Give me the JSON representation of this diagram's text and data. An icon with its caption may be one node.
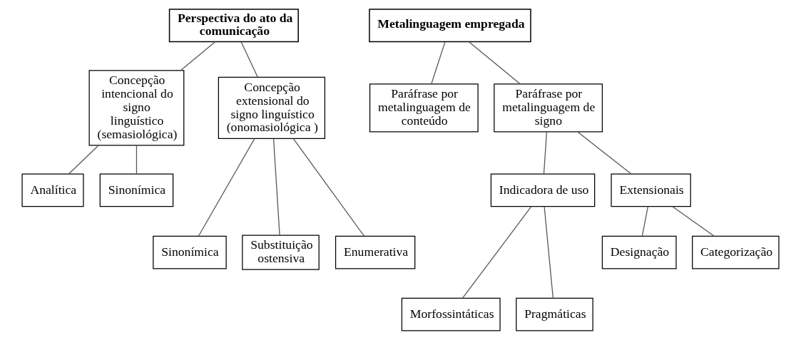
{
  "diagram": {
    "nodes": [
      {
        "text": [
          "Perspectiva do ato da comunicação"
        ]
      },
      {
        "text": [
          "Concepção intencional do signo linguístico (semasiológica)"
        ]
      },
      {
        "text": [
          "Concepção extensional do signo linguístico (onomasiológica )"
        ]
      },
      {
        "text": [
          "Analítica"
        ]
      },
      {
        "text": [
          "Sinonímica"
        ]
      },
      {
        "text": [
          "Sinonímica"
        ]
      },
      {
        "text": [
          "Substituição ostensiva"
        ]
      },
      {
        "text": [
          "Enumerativa"
        ]
      },
      {
        "text": [
          "Metalinguagem empregada"
        ]
      },
      {
        "text": [
          "Paráfrase por metalinguagem de conteúdo"
        ]
      },
      {
        "text": [
          "Paráfrase por metalinguagem de signo"
        ]
      },
      {
        "text": [
          "Indicadora de uso"
        ]
      },
      {
        "text": [
          "Extensionais"
        ]
      },
      {
        "text": [
          "Morfossintáticas"
        ]
      },
      {
        "text": [
          "Pragmáticas"
        ]
      },
      {
        "text": [
          "Designação"
        ]
      },
      {
        "text": [
          "Categorização"
        ]
      }
    ],
    "edges": [
      {
        "from": 0,
        "to": 1,
        "arrow": "none"
      },
      {
        "from": 0,
        "to": 2,
        "arrow": "none"
      },
      {
        "from": 1,
        "to": 3,
        "arrow": "none"
      },
      {
        "from": 1,
        "to": 4,
        "arrow": "none"
      },
      {
        "from": 2,
        "to": 5,
        "arrow": "none"
      },
      {
        "from": 2,
        "to": 6,
        "arrow": "none"
      },
      {
        "from": 2,
        "to": 7,
        "arrow": "none"
      },
      {
        "from": 8,
        "to": 9,
        "arrow": "none"
      },
      {
        "from": 8,
        "to": 10,
        "arrow": "none"
      },
      {
        "from": 10,
        "to": 11,
        "arrow": "none"
      },
      {
        "from": 10,
        "to": 12,
        "arrow": "none"
      },
      {
        "from": 11,
        "to": 13,
        "arrow": "none"
      },
      {
        "from": 11,
        "to": 14,
        "arrow": "none"
      },
      {
        "from": 12,
        "to": 15,
        "arrow": "none"
      },
      {
        "from": 12,
        "to": 16,
        "arrow": "none"
      }
    ]
  }
}
